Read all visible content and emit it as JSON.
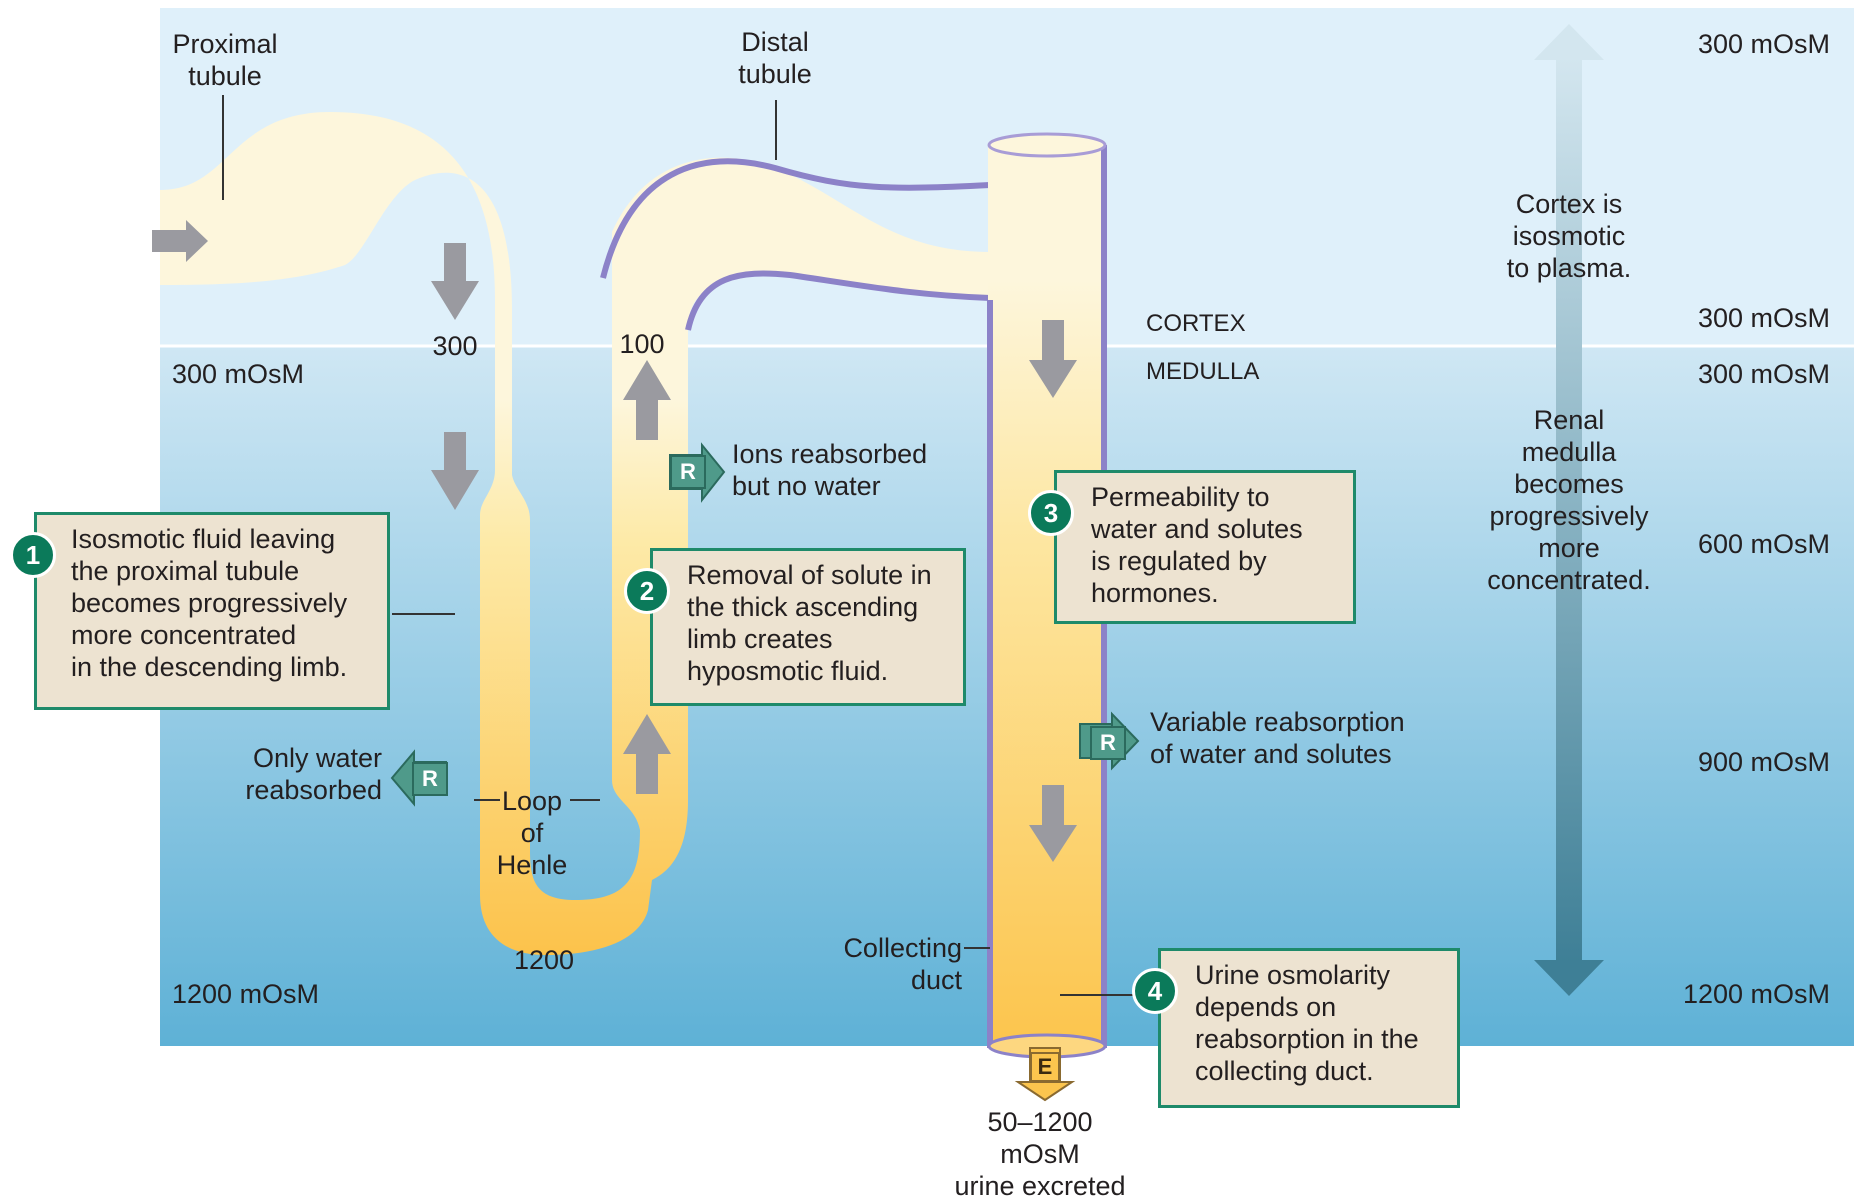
{
  "labels": {
    "proximal_tubule": [
      "Proximal",
      "tubule"
    ],
    "distal_tubule": [
      "Distal",
      "tubule"
    ],
    "loop_of_henle": [
      "Loop",
      "of",
      "Henle"
    ],
    "collecting_duct": [
      "Collecting",
      "duct"
    ],
    "cortex": "CORTEX",
    "medulla": "MEDULLA",
    "cortex_isosmotic": [
      "Cortex is",
      "isosmotic",
      "to plasma."
    ],
    "renal_medulla": [
      "Renal",
      "medulla",
      "becomes",
      "progressively",
      "more",
      "concentrated."
    ],
    "ions_reabsorbed": [
      "Ions reabsorbed",
      "but no water"
    ],
    "only_water": [
      "Only water",
      "reabsorbed"
    ],
    "variable_reabsorption": [
      "Variable reabsorption",
      "of water and solutes"
    ],
    "urine_excreted": [
      "50–1200",
      "mOsM",
      "urine excreted"
    ]
  },
  "values": {
    "desc_300": "300",
    "asc_100": "100",
    "bottom_1200": "1200"
  },
  "scale_left": {
    "top": "300 mOsM",
    "bottom": "1200 mOsM"
  },
  "scale_right": {
    "v1": "300 mOsM",
    "v2": "300 mOsM",
    "v3": "300 mOsM",
    "v4": "600 mOsM",
    "v5": "900 mOsM",
    "v6": "1200 mOsM"
  },
  "callouts": [
    {
      "num": "1",
      "lines": [
        "Isosmotic fluid leaving",
        "the proximal tubule",
        "becomes progressively",
        "more concentrated",
        "in the descending limb."
      ]
    },
    {
      "num": "2",
      "lines": [
        "Removal of solute in",
        "the thick ascending",
        "limb creates",
        "hyposmotic fluid."
      ]
    },
    {
      "num": "3",
      "lines": [
        "Permeability to",
        "water and solutes",
        "is regulated by",
        "hormones."
      ]
    },
    {
      "num": "4",
      "lines": [
        "Urine osmolarity",
        "depends on",
        "reabsorption in the",
        "collecting duct."
      ]
    }
  ],
  "tags": {
    "reabsorption": "R",
    "excretion": "E"
  },
  "colors": {
    "cortex_bg": "#dff0fa",
    "medulla_bg_top": "#cbe5f3",
    "medulla_bg_bottom": "#5fb2d6",
    "tubule_light": "#fdf6dc",
    "tubule_dark": "#fcc54e",
    "thick_limb_outline": "#8c82c8",
    "callout_border": "#1e8a6a",
    "callout_fill": "#ede3d1"
  }
}
